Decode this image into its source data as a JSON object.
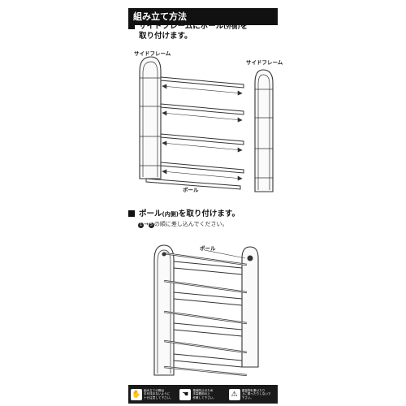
{
  "title": "組み立て方法",
  "step1": {
    "heading_main": "サイドフレームにポール",
    "heading_small": "(外側)",
    "heading_tail": "を",
    "heading_line2": "取り付けます。",
    "label_left_frame": "サイドフレーム",
    "label_right_frame": "サイドフレーム",
    "label_pole": "ポール"
  },
  "step2": {
    "heading_main": "ポール",
    "heading_small": "(内側)",
    "heading_tail": "を取り付けます。",
    "note_num1": "1",
    "note_arrow": "→",
    "note_num2": "5",
    "note_text": "の順に差し込んでください。",
    "label_pole": "ポール"
  },
  "footer": {
    "items": [
      {
        "icon": "hands-icon",
        "glyph": "✋",
        "text": "組み立ての際は\n手を挟まないように\n十分注意して下さい。"
      },
      {
        "icon": "glove-icon",
        "glyph": "☚",
        "text": "怪我防止のため\n手袋着用の上\n作業して下さい。"
      },
      {
        "icon": "warning-icon",
        "glyph": "⚠",
        "text": "重量物を乗せたり\n上に乗ったりしないで\n下さい。"
      }
    ]
  }
}
